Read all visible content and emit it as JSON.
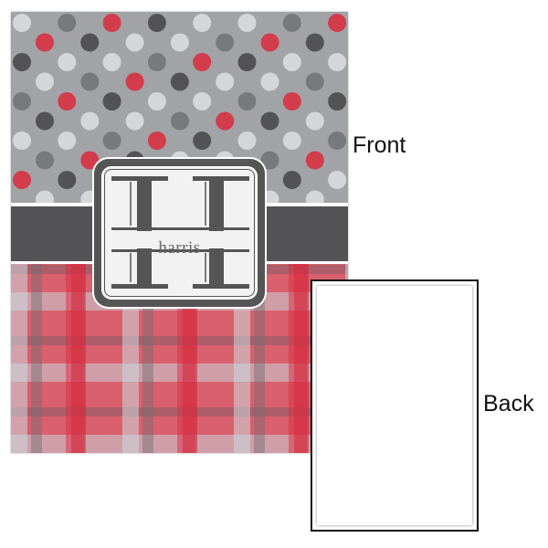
{
  "front": {
    "label": "Front",
    "monogram_initial": "H",
    "monogram_name": "harris",
    "colors": {
      "background_gray": "#a2a3a6",
      "red": "#d23c4b",
      "dark": "#535355",
      "light": "#d4d6da",
      "mid": "#77797c"
    }
  },
  "back": {
    "label": "Back"
  }
}
